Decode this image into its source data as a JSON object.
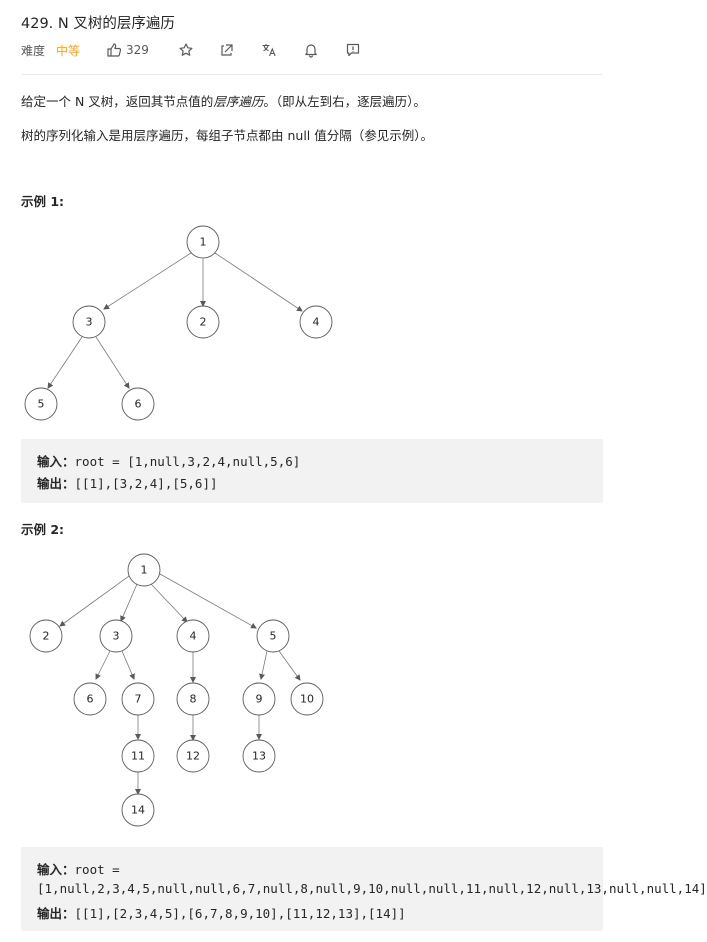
{
  "header": {
    "title": "429. N 叉树的层序遍历",
    "difficulty_label": "难度",
    "difficulty_value": "中等",
    "likes": "329"
  },
  "description": {
    "p1_prefix": "给定一个 N 叉树，返回其节点值的",
    "p1_em": "层序遍历",
    "p1_suffix": "。（即从左到右，逐层遍历）。",
    "p2": "树的序列化输入是用层序遍历，每组子节点都由 null 值分隔（参见示例）。"
  },
  "example1": {
    "heading": "示例 1:",
    "tree_nodes": [
      "1",
      "3",
      "2",
      "4",
      "5",
      "6"
    ],
    "input_label": "输入：",
    "input_value": "root = [1,null,3,2,4,null,5,6]",
    "output_label": "输出：",
    "output_value": "[[1],[3,2,4],[5,6]]"
  },
  "example2": {
    "heading": "示例 2:",
    "tree_nodes": [
      "1",
      "2",
      "3",
      "4",
      "5",
      "6",
      "7",
      "8",
      "9",
      "10",
      "11",
      "12",
      "13",
      "14"
    ],
    "input_label": "输入：",
    "input_value_line1": "root =",
    "input_value_line2": "[1,null,2,3,4,5,null,null,6,7,null,8,null,9,10,null,null,11,null,12,null,13,null,null,14]",
    "output_label": "输出：",
    "output_value": "[[1],[2,3,4,5],[6,7,8,9,10],[11,12,13],[14]]"
  },
  "icons": [
    "thumbs-up-icon",
    "star-icon",
    "share-icon",
    "translate-icon",
    "bell-icon",
    "feedback-icon"
  ],
  "colors": {
    "difficulty_medium": "#ffa116",
    "code_background": "#f2f2f2"
  }
}
